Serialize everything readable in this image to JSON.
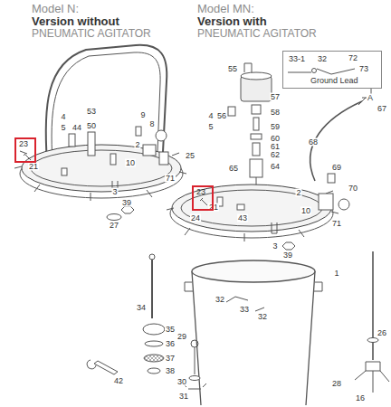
{
  "diagram": {
    "nodes": [
      {
        "text": [
          "23"
        ]
      },
      {
        "text": [
          "23"
        ]
      },
      {
        "text": [
          "33-1",
          "32",
          "72",
          "73",
          "Ground Lead"
        ]
      }
    ],
    "labels": [
      "Model N:",
      "Version without",
      "PNEUMATIC AGITATOR",
      "Model MN:",
      "Version with",
      "PNEUMATIC AGITATOR",
      "4",
      "5",
      "44",
      "53",
      "50",
      "9",
      "8",
      "2",
      "10",
      "25",
      "71",
      "3",
      "39",
      "27",
      "21",
      "55",
      "4",
      "5",
      "56",
      "57",
      "58",
      "59",
      "60",
      "61",
      "62",
      "64",
      "65",
      "A",
      "67",
      "68",
      "69",
      "70",
      "71",
      "10",
      "2",
      "43",
      "21",
      "24",
      "3",
      "39",
      "1",
      "34",
      "35",
      "36",
      "37",
      "38",
      "42",
      "32",
      "33",
      "32",
      "29",
      "30",
      "31",
      "26",
      "28",
      "16"
    ]
  }
}
